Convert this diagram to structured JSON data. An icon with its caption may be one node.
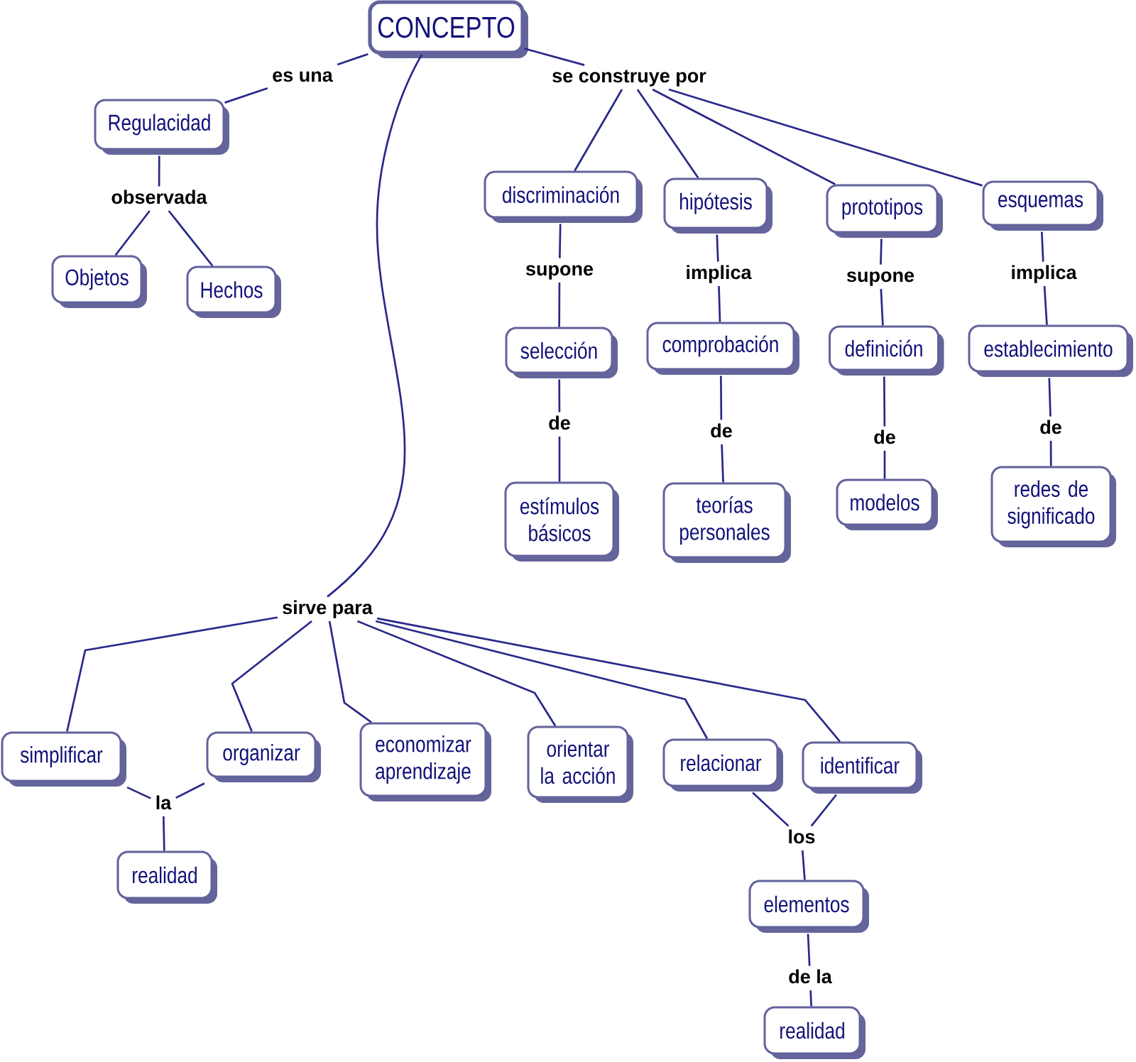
{
  "diagram": {
    "nodes": [
      {
        "text": [
          "CONCEPTO"
        ]
      },
      {
        "text": [
          "es una"
        ]
      },
      {
        "text": [
          "se construye por"
        ]
      },
      {
        "text": [
          "Regulacidad"
        ]
      },
      {
        "text": [
          "observada"
        ]
      },
      {
        "text": [
          "Objetos"
        ]
      },
      {
        "text": [
          "Hechos"
        ]
      },
      {
        "text": [
          "discriminación"
        ]
      },
      {
        "text": [
          "hipótesis"
        ]
      },
      {
        "text": [
          "prototipos"
        ]
      },
      {
        "text": [
          "esquemas"
        ]
      },
      {
        "text": [
          "supone"
        ]
      },
      {
        "text": [
          "implica"
        ]
      },
      {
        "text": [
          "supone"
        ]
      },
      {
        "text": [
          "implica"
        ]
      },
      {
        "text": [
          "selección"
        ]
      },
      {
        "text": [
          "comprobación"
        ]
      },
      {
        "text": [
          "definición"
        ]
      },
      {
        "text": [
          "establecimiento"
        ]
      },
      {
        "text": [
          "de"
        ]
      },
      {
        "text": [
          "de"
        ]
      },
      {
        "text": [
          "de"
        ]
      },
      {
        "text": [
          "de"
        ]
      },
      {
        "text": [
          "estímulos básicos"
        ]
      },
      {
        "text": [
          "teorías personales"
        ]
      },
      {
        "text": [
          "modelos"
        ]
      },
      {
        "text": [
          "redes de significado"
        ]
      },
      {
        "text": [
          "sirve para"
        ]
      },
      {
        "text": [
          "simplificar"
        ]
      },
      {
        "text": [
          "organizar"
        ]
      },
      {
        "text": [
          "economizar aprendizaje"
        ]
      },
      {
        "text": [
          "orientar la acción"
        ]
      },
      {
        "text": [
          "relacionar"
        ]
      },
      {
        "text": [
          "identificar"
        ]
      },
      {
        "text": [
          "la"
        ]
      },
      {
        "text": [
          "los"
        ]
      },
      {
        "text": [
          "realidad"
        ]
      },
      {
        "text": [
          "elementos"
        ]
      },
      {
        "text": [
          "de la"
        ]
      },
      {
        "text": [
          "realidad"
        ]
      }
    ],
    "edges": [
      {
        "from": 0,
        "to": 1,
        "arrow": "none"
      },
      {
        "from": 1,
        "to": 3,
        "arrow": "none"
      },
      {
        "from": 0,
        "to": 2,
        "arrow": "none"
      },
      {
        "from": 2,
        "to": 7,
        "arrow": "none"
      },
      {
        "from": 2,
        "to": 8,
        "arrow": "none"
      },
      {
        "from": 2,
        "to": 9,
        "arrow": "none"
      },
      {
        "from": 2,
        "to": 10,
        "arrow": "none"
      },
      {
        "from": 3,
        "to": 4,
        "arrow": "none"
      },
      {
        "from": 4,
        "to": 5,
        "arrow": "none"
      },
      {
        "from": 4,
        "to": 6,
        "arrow": "none"
      },
      {
        "from": 7,
        "to": 11,
        "arrow": "none"
      },
      {
        "from": 11,
        "to": 15,
        "arrow": "none"
      },
      {
        "from": 15,
        "to": 19,
        "arrow": "none"
      },
      {
        "from": 19,
        "to": 23,
        "arrow": "none"
      },
      {
        "from": 8,
        "to": 12,
        "arrow": "none"
      },
      {
        "from": 12,
        "to": 16,
        "arrow": "none"
      },
      {
        "from": 16,
        "to": 20,
        "arrow": "none"
      },
      {
        "from": 20,
        "to": 24,
        "arrow": "none"
      },
      {
        "from": 9,
        "to": 13,
        "arrow": "none"
      },
      {
        "from": 13,
        "to": 17,
        "arrow": "none"
      },
      {
        "from": 17,
        "to": 21,
        "arrow": "none"
      },
      {
        "from": 21,
        "to": 25,
        "arrow": "none"
      },
      {
        "from": 10,
        "to": 14,
        "arrow": "none"
      },
      {
        "from": 14,
        "to": 18,
        "arrow": "none"
      },
      {
        "from": 18,
        "to": 22,
        "arrow": "none"
      },
      {
        "from": 22,
        "to": 26,
        "arrow": "none"
      },
      {
        "from": 0,
        "to": 27,
        "arrow": "none"
      },
      {
        "from": 27,
        "to": 28,
        "arrow": "none"
      },
      {
        "from": 27,
        "to": 29,
        "arrow": "none"
      },
      {
        "from": 27,
        "to": 30,
        "arrow": "none"
      },
      {
        "from": 27,
        "to": 31,
        "arrow": "none"
      },
      {
        "from": 27,
        "to": 32,
        "arrow": "none"
      },
      {
        "from": 27,
        "to": 33,
        "arrow": "none"
      },
      {
        "from": 28,
        "to": 34,
        "arrow": "none"
      },
      {
        "from": 29,
        "to": 34,
        "arrow": "none"
      },
      {
        "from": 34,
        "to": 36,
        "arrow": "none"
      },
      {
        "from": 32,
        "to": 35,
        "arrow": "none"
      },
      {
        "from": 33,
        "to": 35,
        "arrow": "none"
      },
      {
        "from": 35,
        "to": 37,
        "arrow": "none"
      },
      {
        "from": 37,
        "to": 38,
        "arrow": "none"
      },
      {
        "from": 38,
        "to": 39,
        "arrow": "none"
      }
    ]
  }
}
